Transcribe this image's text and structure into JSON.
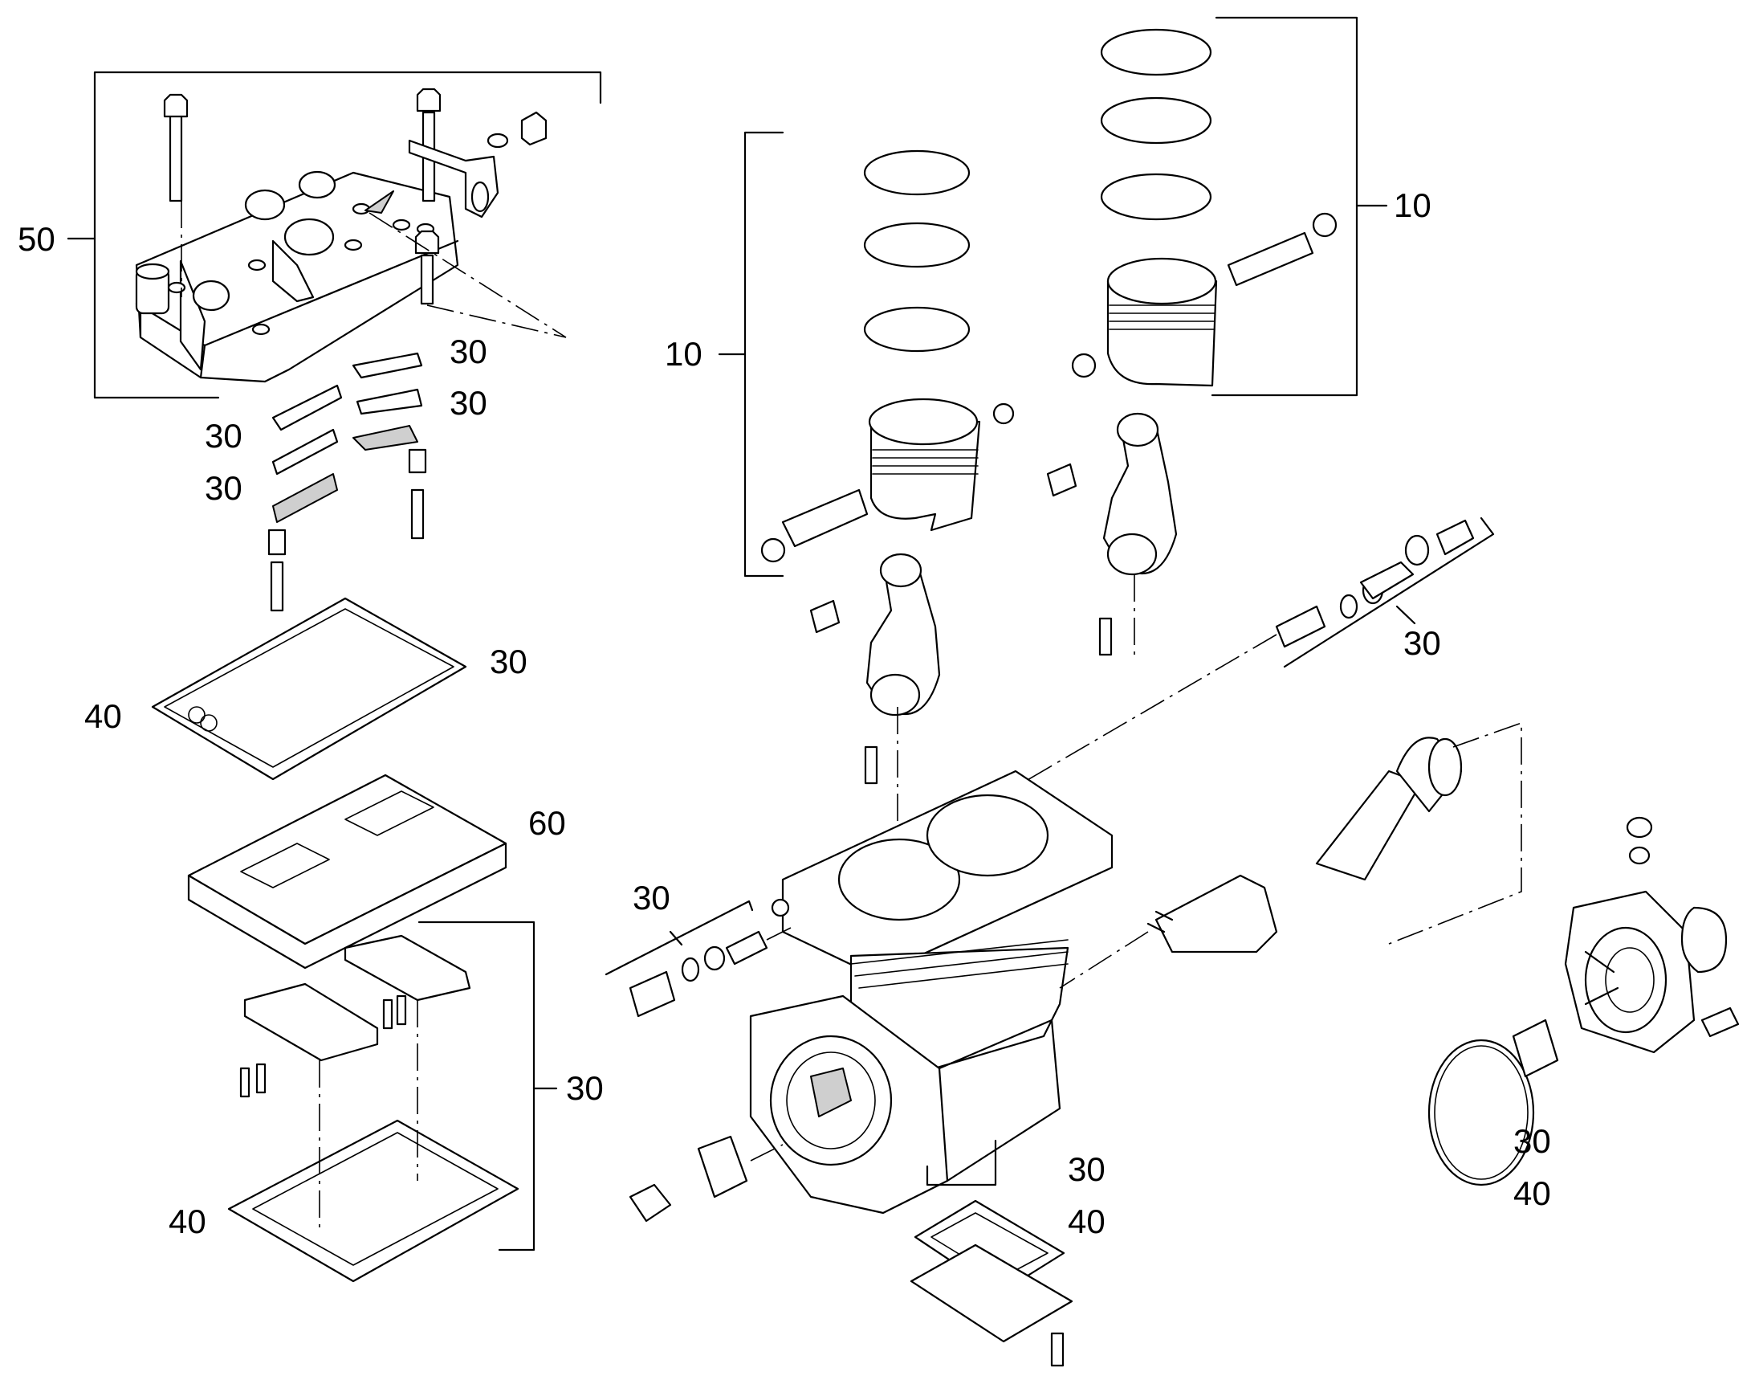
{
  "callouts": [
    {
      "id": "c50",
      "text": "50"
    },
    {
      "id": "c30-a",
      "text": "30"
    },
    {
      "id": "c30-b",
      "text": "30"
    },
    {
      "id": "c30-c",
      "text": "30"
    },
    {
      "id": "c30-d",
      "text": "30"
    },
    {
      "id": "c30-e",
      "text": "30"
    },
    {
      "id": "c40-a",
      "text": "40"
    },
    {
      "id": "c60",
      "text": "60"
    },
    {
      "id": "c30-f",
      "text": "30"
    },
    {
      "id": "c40-b",
      "text": "40"
    },
    {
      "id": "c10-left",
      "text": "10"
    },
    {
      "id": "c10-right",
      "text": "10"
    },
    {
      "id": "c30-g",
      "text": "30"
    },
    {
      "id": "c30-h",
      "text": "30"
    },
    {
      "id": "c30-i",
      "text": "30"
    },
    {
      "id": "c40-c",
      "text": "40"
    },
    {
      "id": "c30-j",
      "text": "30"
    },
    {
      "id": "c40-d",
      "text": "40"
    }
  ]
}
